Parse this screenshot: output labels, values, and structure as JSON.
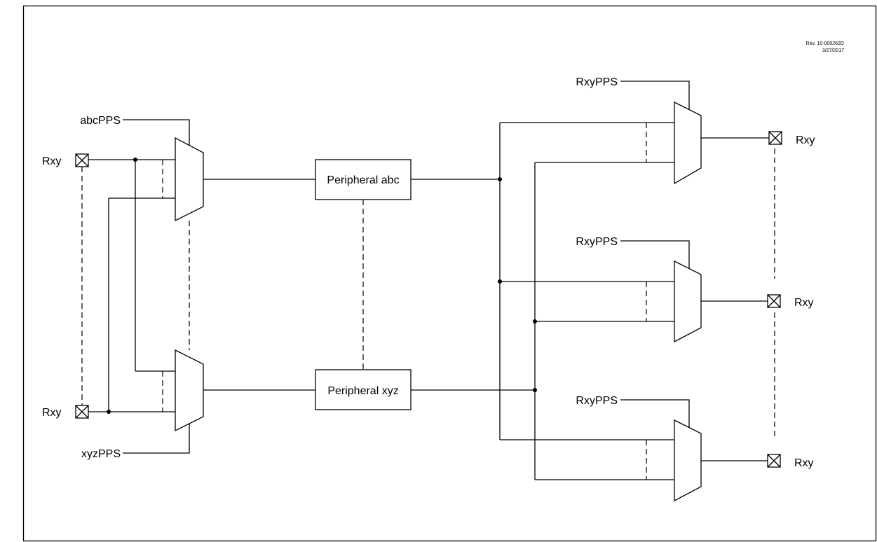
{
  "revision": {
    "number": "Rev. 10-000262D",
    "date": "3/27/2017"
  },
  "left": {
    "pin_top": "Rxy",
    "pin_bottom": "Rxy",
    "control_top": "abcPPS",
    "control_bottom": "xyzPPS"
  },
  "peripherals": {
    "abc": "Peripheral abc",
    "xyz": "Peripheral xyz"
  },
  "right": {
    "outputs": [
      {
        "control": "RxyPPS",
        "pin": "Rxy"
      },
      {
        "control": "RxyPPS",
        "pin": "Rxy"
      },
      {
        "control": "RxyPPS",
        "pin": "Rxy"
      }
    ]
  }
}
